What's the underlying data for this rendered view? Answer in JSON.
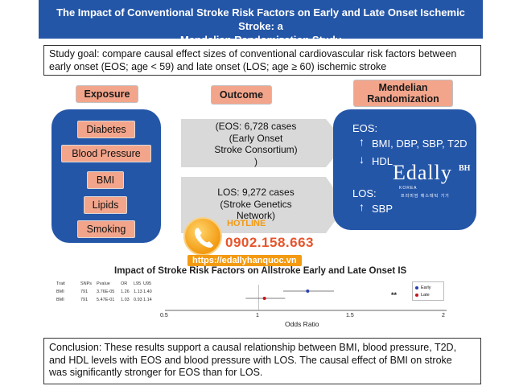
{
  "header": {
    "title_line1": "The Impact of Conventional Stroke Risk Factors on Early and Late Onset Ischemic Stroke: a",
    "title_line2": "Mendelian Randomization Study"
  },
  "goal": {
    "line1": "Study goal: compare causal effect sizes of conventional cardiovascular risk factors between",
    "line2": "early onset (EOS; age < 59) and late onset (LOS; age ≥ 60) ischemic stroke"
  },
  "columns": {
    "exposure": "Exposure",
    "outcome": "Outcome",
    "mr_line1": "Mendelian",
    "mr_line2": "Randomization"
  },
  "exposures": [
    "Diabetes",
    "Blood Pressure",
    "BMI",
    "Lipids",
    "Smoking"
  ],
  "outcomes": {
    "eos": {
      "line1": "(EOS: 6,728 cases",
      "line2": "(Early Onset",
      "line3": "Stroke Consortium)",
      "line4": ")"
    },
    "los": {
      "line1": "LOS: 9,272 cases",
      "line2": "(Stroke Genetics",
      "line3": "Network)"
    }
  },
  "mr": {
    "eos_label": "EOS:",
    "eos_up": "BMI, DBP, SBP, T2D",
    "eos_down": "HDL",
    "los_label": "LOS:",
    "los_up": "SBP",
    "up_arrow": "↑",
    "down_arrow": "↓"
  },
  "watermark": {
    "brand": "Edally",
    "suffix": "BH",
    "sub": "KOREA",
    "sub2": "프리미엄 에스테틱 기기"
  },
  "hotline": {
    "label": "HOTLINE",
    "number": "0902.158.663",
    "url": "https://edallyhanquoc.vn"
  },
  "forest_plot": {
    "title": "Impact of Stroke Risk Factors on Allstroke Early and Late Onset IS",
    "table_headers": [
      "Trait",
      "SNPs",
      "Pvalue",
      "OR",
      "L95",
      "U95"
    ],
    "rows": [
      [
        "BMI",
        "791",
        "3.76E-05",
        "1.26",
        "1.13",
        "1.40"
      ],
      [
        "BMI",
        "791",
        "5.47E-01",
        "1.03",
        "0.93",
        "1.14"
      ]
    ],
    "legend": [
      "Early",
      "Late"
    ],
    "significance": "**",
    "axis_ticks": [
      "0.5",
      "1",
      "1.5",
      "2"
    ],
    "xlabel": "Odds Ratio",
    "colors": {
      "early": "#2a3fb0",
      "late": "#c4161c"
    }
  },
  "chart_data": {
    "type": "scatter",
    "title": "Impact of Stroke Risk Factors on Allstroke Early and Late Onset IS",
    "xlabel": "Odds Ratio",
    "xlim": [
      0.5,
      2
    ],
    "xticks": [
      0.5,
      1,
      1.5,
      2
    ],
    "series": [
      {
        "name": "Early",
        "trait": "BMI",
        "or": 1.26,
        "l95": 1.13,
        "u95": 1.4
      },
      {
        "name": "Late",
        "trait": "BMI",
        "or": 1.03,
        "l95": 0.93,
        "u95": 1.14
      }
    ]
  },
  "conclusion": {
    "line1": "Conclusion: These results support a causal relationship between BMI, blood pressure, T2D,",
    "line2": "and HDL levels with EOS and blood pressure with LOS. The causal effect of BMI on stroke",
    "line3": "was significantly stronger for EOS than for LOS."
  }
}
